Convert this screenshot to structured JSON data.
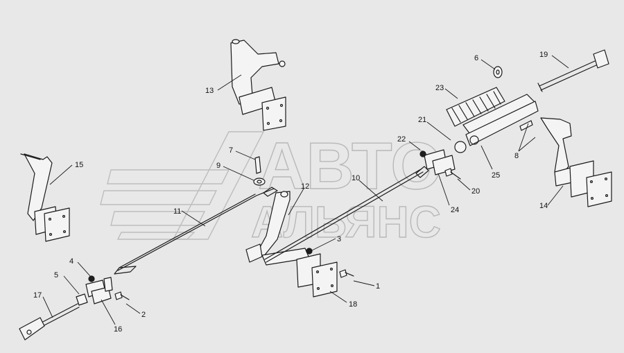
{
  "watermark": {
    "line1": "АВТО",
    "line2": "АЛЬЯНС"
  },
  "callouts": [
    "1",
    "2",
    "3",
    "4",
    "5",
    "6",
    "7",
    "8",
    "9",
    "10",
    "11",
    "12",
    "13",
    "14",
    "15",
    "16",
    "17",
    "18",
    "19",
    "20",
    "21",
    "22",
    "23",
    "24",
    "25"
  ],
  "colors": {
    "background": "#e8e8e8",
    "line": "#1a1a1a",
    "watermark": "#bdbdbd"
  }
}
